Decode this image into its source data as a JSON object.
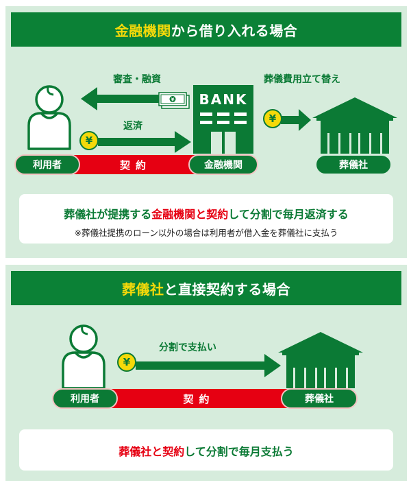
{
  "section1": {
    "title_highlight": "金融機関",
    "title_rest": "から借り入れる場合",
    "arrow_top_label": "審査・融資",
    "arrow_bottom_label": "返済",
    "arrow_right_label": "葬儀費用立て替え",
    "bank_sign": "BANK",
    "yen_symbol": "¥",
    "pills": {
      "user": "利用者",
      "bank": "金融機関",
      "funeral": "葬儀社"
    },
    "contract_label": "契約",
    "note_main": {
      "part1": "葬儀社が提携する",
      "part2_red": "金融機関と契約",
      "part3": "して分割で毎月返済する"
    },
    "note_sub": "※葬儀社提携のローン以外の場合は利用者が借入金を葬儀社に支払う"
  },
  "section2": {
    "title_highlight": "葬儀社",
    "title_rest": "と直接契約する場合",
    "arrow_label": "分割で支払い",
    "yen_symbol": "¥",
    "pills": {
      "user": "利用者",
      "funeral": "葬儀社"
    },
    "contract_label": "契約",
    "note_main": {
      "part1_red": "葬儀社と契約",
      "part2": "して分割で毎月支払う"
    }
  },
  "colors": {
    "header_green": "#0b8136",
    "icon_green": "#0b7a35",
    "panel_bg": "#d6ecdc",
    "highlight_yellow": "#f5d90a",
    "contract_red": "#e60012"
  }
}
